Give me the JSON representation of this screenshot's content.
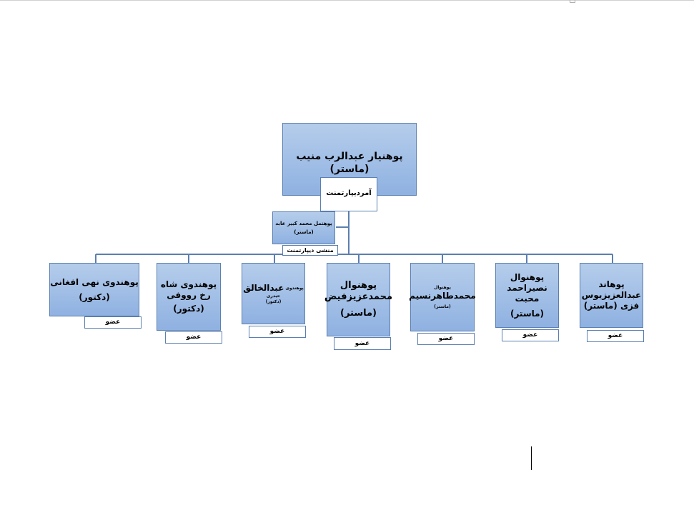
{
  "head": {
    "name": "پوهنیار عبدالرب منیب (ماستر)",
    "role": "آمردیپارتمنت"
  },
  "secretary": {
    "name": "پوهنمل محمد کبیر عابد",
    "degree": "(ماستر)",
    "role": "منشی دیپارتمنت"
  },
  "members": [
    {
      "line1": "پوهندوی نهی افغانی",
      "line2": "(دکتور)",
      "role": "عضو"
    },
    {
      "line1": "پوهندوی شاه",
      "line2": "رخ رووفی",
      "line3": "(دکتور)",
      "role": "عضو"
    },
    {
      "line1": "پوهندوی",
      "line2": "عبدالخالق",
      "line3": "حیدری",
      "line4": "(دکتور)",
      "role": "عضو"
    },
    {
      "line1": "پوهنوال",
      "line2": "محمدعزیزفیض",
      "line3": "(ماستر)",
      "role": "عضو"
    },
    {
      "line1": "پوهنوال",
      "line2": "محمدطاهرنسیم",
      "line3": "(ماستر)",
      "role": "عضو"
    },
    {
      "line1": "پوهنوال",
      "line2": "نصیراحمد محبت",
      "line3": "(ماستر)",
      "role": "عضو"
    },
    {
      "line1": "پوهاند",
      "line2": "عبدالعزیزیوس",
      "line3": "فزی (ماستر)",
      "role": "عضو"
    }
  ]
}
